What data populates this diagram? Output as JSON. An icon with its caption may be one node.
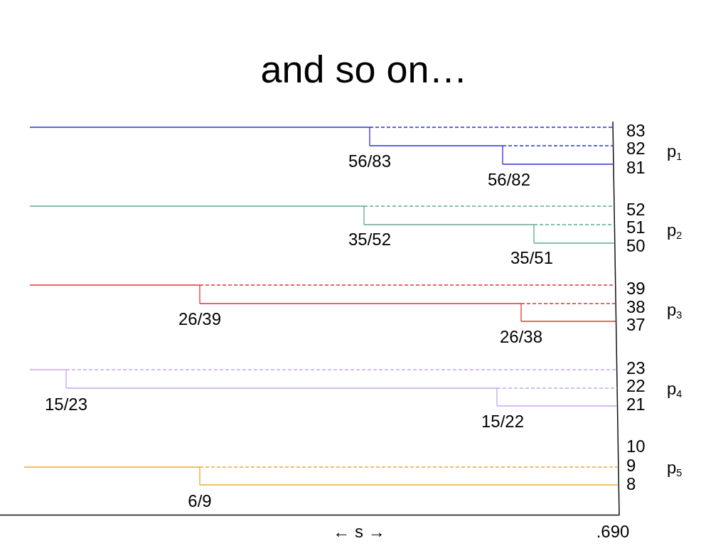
{
  "diagram": {
    "title": "and so on…",
    "labels": [
      "83",
      "82",
      "p$_{1}$",
      "56/83",
      "81",
      "56/82",
      "52",
      "51",
      "p$_{2}$",
      "35/52",
      "50",
      "35/51",
      "39",
      "38",
      "p$_{3}$",
      "26/39",
      "37",
      "26/38",
      "23",
      "22",
      "p$_{4}$",
      "15/23",
      "21",
      "15/22",
      "10",
      "9",
      "p$_{5}$",
      "8",
      "6/9",
      "← s →",
      ".690"
    ]
  }
}
